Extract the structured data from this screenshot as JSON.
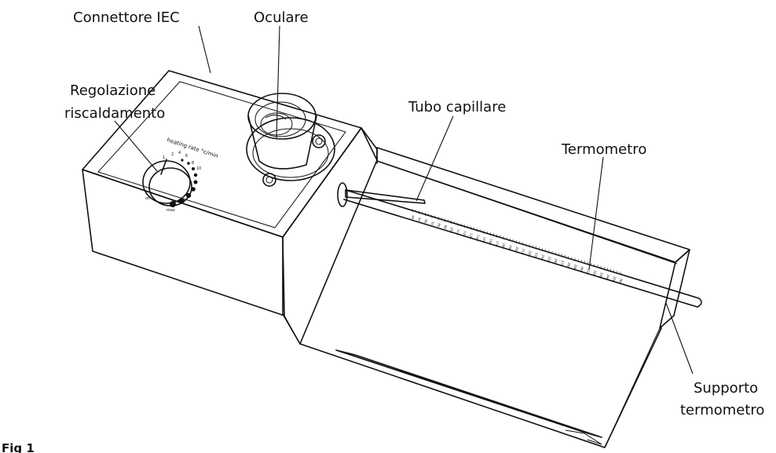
{
  "labels": {
    "iec_connector": "Connettore IEC",
    "eyepiece": "Oculare",
    "heating_control_line1": "Regolazione",
    "heating_control_line2": "riscaldamento",
    "capillary_tube": "Tubo capillare",
    "thermometer": "Termometro",
    "thermometer_support_line1": "Supporto",
    "thermometer_support_line2": "termometro"
  },
  "dial": {
    "title": "heating rate °c/min",
    "mark_off": "off",
    "mark_max": "max",
    "marks": [
      "1",
      "2",
      "4",
      "6",
      "8",
      "10"
    ]
  },
  "thermometer_scale": [
    "40",
    "45",
    "50",
    "55",
    "60",
    "65",
    "70",
    "75",
    "80",
    "85",
    "90",
    "95",
    "100",
    "105",
    "110",
    "115",
    "120",
    "125",
    "130",
    "135",
    "140",
    "145",
    "150",
    "155",
    "160",
    "165",
    "170",
    "175",
    "180",
    "185",
    "190",
    "195",
    "200",
    "205",
    "210",
    "215",
    "220",
    "225",
    "230",
    "235",
    "240",
    "245",
    "250",
    "255",
    "260",
    "265",
    "270",
    "275",
    "280",
    "285",
    "290",
    "295",
    "300",
    "305",
    "310",
    "315",
    "320",
    "325",
    "330",
    "335",
    "340",
    "345",
    "350",
    "355",
    "360"
  ],
  "caption": "Fig 1"
}
